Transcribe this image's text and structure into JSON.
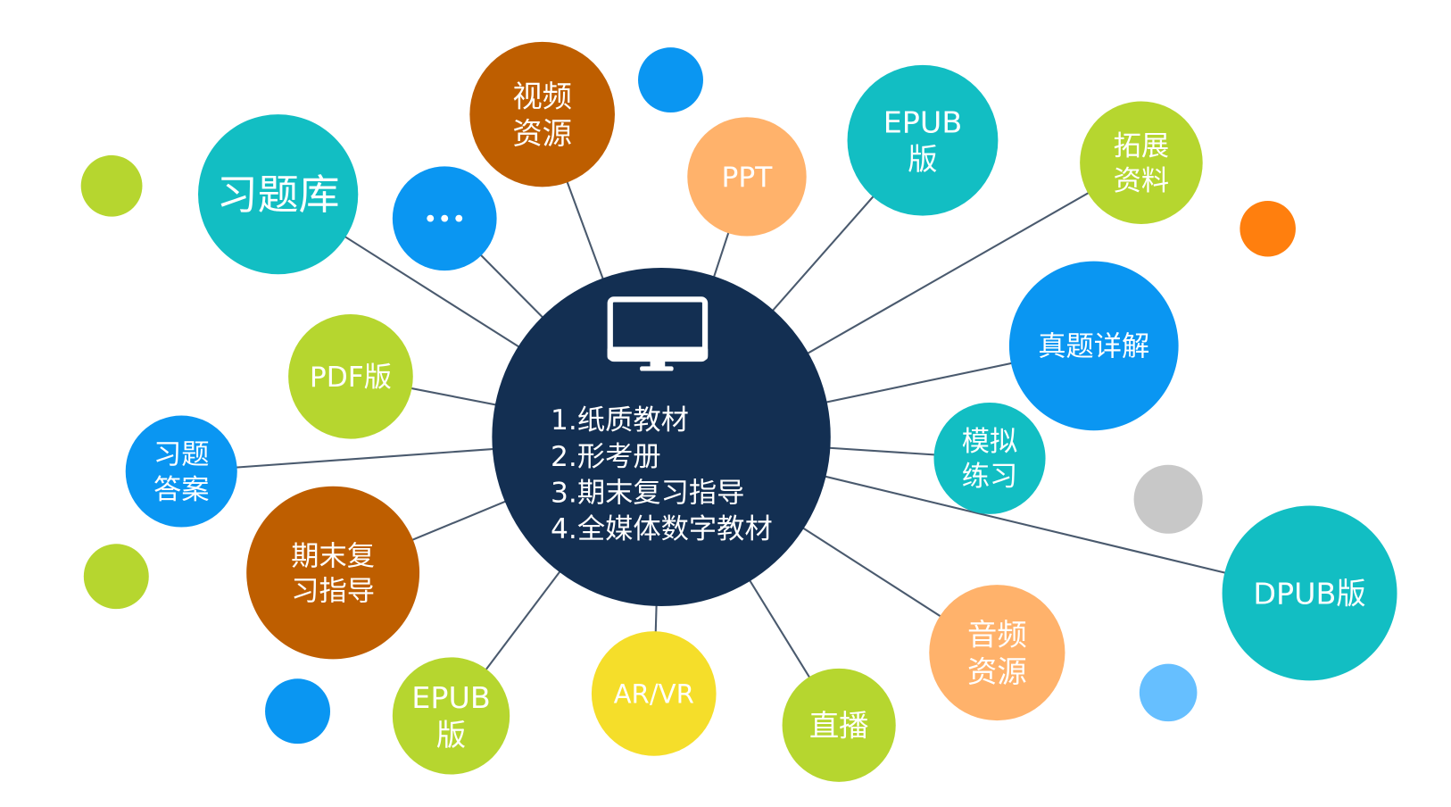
{
  "center": {
    "icon": "monitor-icon",
    "lines": [
      "1.纸质教材",
      "2.形考册",
      "3.期末复习指导",
      "4.全媒体数字教材"
    ],
    "color": "#132F52"
  },
  "nodes": [
    {
      "id": "tiku",
      "lines": [
        "习题库"
      ],
      "color": "#12BEC3"
    },
    {
      "id": "video",
      "lines": [
        "视频",
        "资源"
      ],
      "color": "#BE5E00"
    },
    {
      "id": "more",
      "lines": [
        "•••"
      ],
      "color": "#0A96F2"
    },
    {
      "id": "ppt",
      "lines": [
        "PPT"
      ],
      "color": "#FFB26B"
    },
    {
      "id": "epub-top",
      "lines": [
        "EPUB",
        "版"
      ],
      "color": "#12BEC3"
    },
    {
      "id": "extend",
      "lines": [
        "拓展",
        "资料"
      ],
      "color": "#B6D62F"
    },
    {
      "id": "zhenti",
      "lines": [
        "真题详解"
      ],
      "color": "#0A96F2"
    },
    {
      "id": "pdf",
      "lines": [
        "PDF版"
      ],
      "color": "#B6D62F"
    },
    {
      "id": "answers",
      "lines": [
        "习题",
        "答案"
      ],
      "color": "#0A96F2"
    },
    {
      "id": "mock",
      "lines": [
        "模拟",
        "练习"
      ],
      "color": "#12BEC3"
    },
    {
      "id": "review",
      "lines": [
        "期末复",
        "习指导"
      ],
      "color": "#BE5E00"
    },
    {
      "id": "dpub",
      "lines": [
        "DPUB版"
      ],
      "color": "#12BEC3"
    },
    {
      "id": "epub-bottom",
      "lines": [
        "EPUB",
        "版"
      ],
      "color": "#B6D62F"
    },
    {
      "id": "arvr",
      "lines": [
        "AR/VR"
      ],
      "color": "#F5DE2A"
    },
    {
      "id": "live",
      "lines": [
        "直播"
      ],
      "color": "#B6D62F"
    },
    {
      "id": "audio",
      "lines": [
        "音频",
        "资源"
      ],
      "color": "#FFB26B"
    }
  ],
  "dots": [
    "#0A96F2",
    "#B6D62F",
    "#FF7F0E",
    "#C8C8C8",
    "#B6D62F",
    "#0A96F2",
    "#66BFFF"
  ],
  "line_color": "#4A5A6E"
}
